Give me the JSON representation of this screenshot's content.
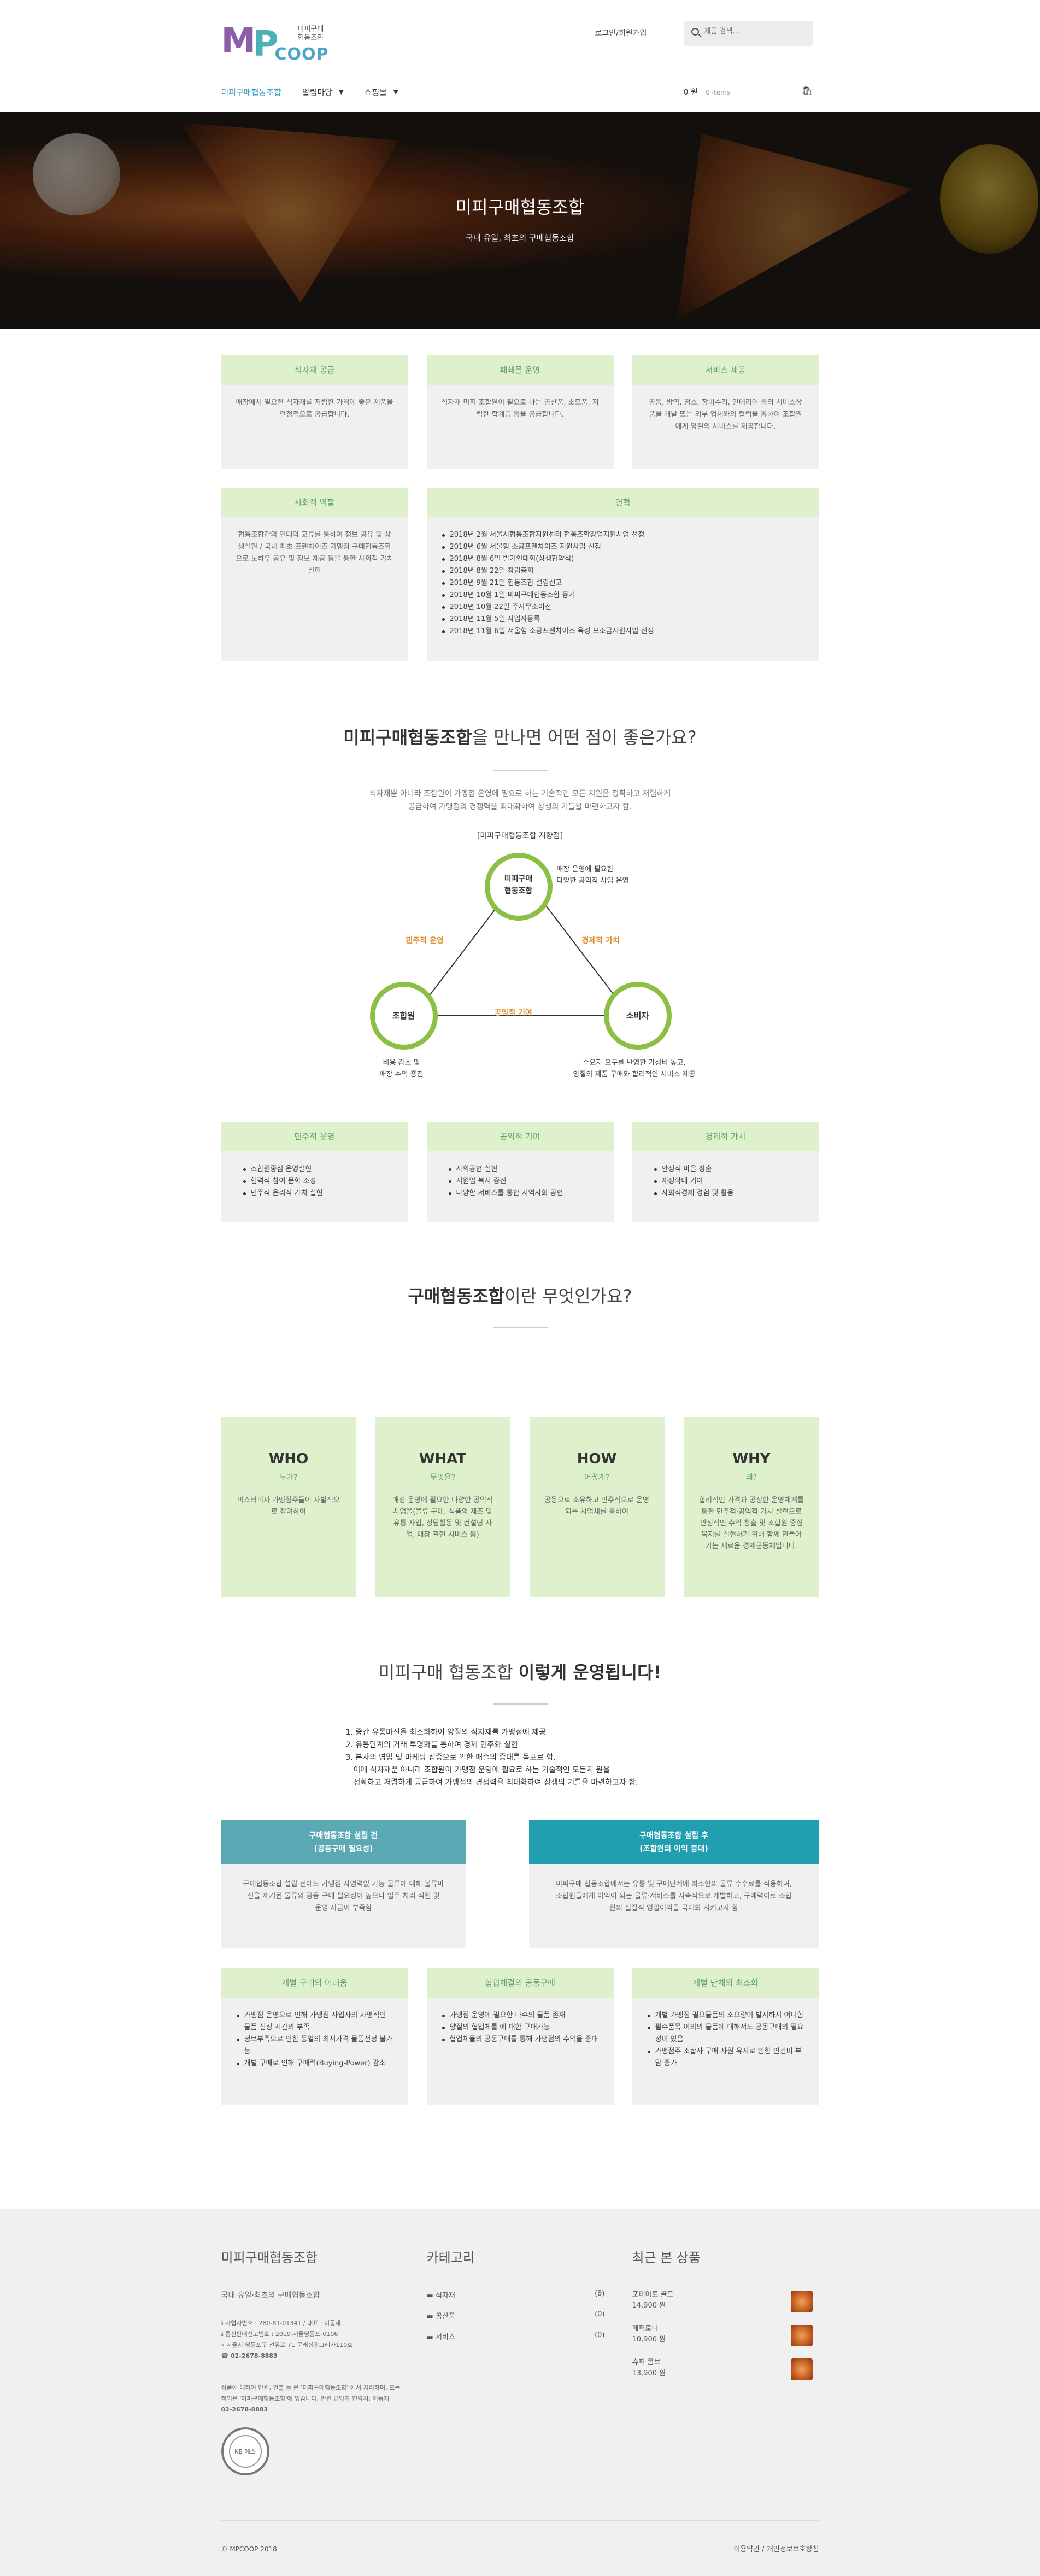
{
  "header": {
    "logo_letters": "MP",
    "logo_coop": "COOP",
    "logo_ko_line1": "미피구매",
    "logo_ko_line2": "협동조합",
    "top_links": "로그인/회원가입",
    "search_placeholder": "제품 검색...",
    "nav": [
      {
        "label": "미피구매협동조합"
      },
      {
        "label": "알림마당"
      },
      {
        "label": "쇼핑몰"
      }
    ],
    "cart_total": "0 원",
    "cart_items": "0 items"
  },
  "hero": {
    "title": "미피구매협동조합",
    "subtitle": "국내 유일, 최초의 구매협동조합"
  },
  "info_cards": [
    {
      "title": "식자재 공급",
      "body": "매장에서 필요한 식자재를 저렴한 가격에 좋은 제품을 안정적으로 공급합니다."
    },
    {
      "title": "폐쇄몰 운영",
      "body": "식자재 미피 조합원이 필요로 하는 공산품, 소모품, 저렴한 합계품 등을 공급합니다."
    },
    {
      "title": "서비스 제공",
      "body": "공동, 방역, 청소, 장비수리, 인테리어 등의 서비스상품을 개발 또는 외부 업체와의 협력을 통하여 조합원에게 양질의 서비스를 제공합니다."
    },
    {
      "title": "사회적 역할",
      "body": "협동조합간의 연대와 교류를 통하여 정보 공유 및 상생실현 / 국내 최초 프랜차이즈 가맹점 구매협동조합으로 노하우 공유 및 정보 제공 등을 통한 사회적 가치실현"
    }
  ],
  "history": {
    "title": "연혁",
    "items": [
      "2018년 2월 서울시협동조합지원센터 협동조합창업지원사업 선정",
      "2018년 6월 서울형 소공프랜차이즈 지원사업 선정",
      "2018년 8월 6일 발기인대회(상생협약식)",
      "2018년 8월 22일 창립총회",
      "2018년 9월 21일 협동조합 설립신고",
      "2018년 10월 1일 미피구매협동조합 등기",
      "2018년 10월 22일 주사무소이전",
      "2018년 11월 5일 사업자등록",
      "2018년 11월 6일 서울형 소공프랜차이즈 육성 보조금지원사업 선정"
    ]
  },
  "benefit": {
    "title_bold": "미피구매협동조합",
    "title_rest": "을 만나면 어떤 점이 좋은가요?",
    "desc_line1": "식자재뿐 아니라 조합원이 가맹점 운영에 필요로 하는 기술적인 모든 지원을 정확하고 저렴하게",
    "desc_line2": "공급하여 가맹점의 경쟁력을 최대화하여 상생의 기틀을 마련하고자 함.",
    "diagram_caption": "[미피구매협동조합 지향점]",
    "node_top": "미피구매\n협동조합",
    "node_left": "조합원",
    "node_right": "소비자",
    "label_left": "민주적 운영",
    "label_right": "경제적 가치",
    "label_bottom": "공익적 기여",
    "text_top_1": "매장 운영에 필요한",
    "text_top_2": "다양한 공익적 사업 운영",
    "text_left_1": "비용 감소 및",
    "text_left_2": "매장 수익 증진",
    "text_right_1": "수요자 요구를 반영한 가성비 높고,",
    "text_right_2": "양질의 제품 구매와 합리적인 서비스 제공"
  },
  "value_cards": [
    {
      "title": "민주적 운영",
      "items": [
        "조합원중심 운영실현",
        "협력적 참여 문화 조성",
        "민주적 윤리적 가치 실현"
      ]
    },
    {
      "title": "공익적 기여",
      "items": [
        "사회공헌 실현",
        "지원업 복지 증진",
        "다양한 서비스를 통한 지역사회 공헌"
      ]
    },
    {
      "title": "경제적 가치",
      "items": [
        "안정적 마을 창출",
        "재정확대 기여",
        "사회적경제 경험 및 활용"
      ]
    }
  ],
  "what": {
    "title_bold": "구매협동조합",
    "title_rest": "이란 무엇인가요?",
    "boxes": [
      {
        "t": "WHO",
        "s": "누가?",
        "d": "미스터피자 가맹점주들이 자발적으로 참여하여"
      },
      {
        "t": "WHAT",
        "s": "무엇을?",
        "d": "매장 운영에 필요한 다양한 공익적 사업을(물류 구매, 식품의 제조 및 유통 사업, 상담활동 및 컨설팅 사업, 매장 관련 서비스 등)"
      },
      {
        "t": "HOW",
        "s": "어떻게?",
        "d": "공동으로 소유하고 민주적으로 운영되는 사업체를 통하여"
      },
      {
        "t": "WHY",
        "s": "왜?",
        "d": "합리적인 가격과 공정한 운영체계를 통한 민주적·공익적 가치 실현으로 안정적인 수익 창출 및 조합원 중심 복지를 실현하기 위해 함께 만들어가는 새로운 경제공동체입니다."
      }
    ]
  },
  "operation": {
    "title_rest": "미피구매 협동조합 ",
    "title_bold": "이렇게 운영됩니다!",
    "list": [
      "1. 중간 유통마진을 최소화하여 양질의 식자재를 가맹점에 제공",
      "2. 유통단계의 거래 투명화를 통하여 경제 민주화 실현",
      "3. 본사의 영업 및 마케팅 집중으로 인한 매출의 증대를 목표로 함.",
      "이에 식자재뿐 아니라 조합원이 가맹점 운영에 필요로 하는 기술적인 모든지 원을",
      "정확하고 저렴하게 공급하여 가맹점의 경쟁력을 최대화하여 상생의 기틀을 마련하고자 함."
    ],
    "before_title_1": "구매협동조합 설립 전",
    "before_title_2": "(공동구매 필요성)",
    "before_body": "구매협동조합 설립 전에도 가맹점 자영력없 가능 물류에 대해 불류마진을 제거된 물류의 공동 구매 필요성이 높으나 업주 처리 직원 및 운영 자금이 부족함",
    "after_title_1": "구매협동조합 설립 후",
    "after_title_2": "(조합원의 이익 증대)",
    "after_body": "미피구매 협동조합에서는 유통 및 구매단계에 최소한의 물류 수수료를 적용하며, 조합원들에게 이익이 되는 물류·서비스를 지속적으로 개발하고, 구매력이로 조합원의 실질적 영업이익을 극대화 시키고자 함",
    "accent_before": "#5aa9b5",
    "accent_after": "#1f9fb0"
  },
  "bottom_cards": [
    {
      "title": "개별 구매의 어려움",
      "items": [
        "가맹점 운영으로 인해 가맹점 사업자의 자영적인 물품 선정 시간의 부족",
        "정보부족으로 인한 동일의 최저가격 물품선정 불가능",
        "개별 구매로 인해 구매력(Buying-Power) 감소"
      ]
    },
    {
      "title": "협업체결의 공동구매",
      "items": [
        "가맹점 운영에 필요한 다수의 물품 존재",
        "양질의 협업체를 에 대한 구매가능",
        "협업체들의 공동구매를 통해 가맹점의 수익을 증대"
      ]
    },
    {
      "title": "개별 단체의 최소화",
      "items": [
        "개별 가맹점 필요물품의 소요량이 발지하지 어니함",
        "필수품목 이외의 물품에 대해서도 공동구매의 필요성이 있음",
        "가맹점주 조합사 구매 자원 유지로 인한 인건비 부담 증가"
      ]
    }
  ],
  "footer": {
    "col1_title": "미피구매협동조합",
    "tagline": "국내 유일·최초의 구매협동조합",
    "info": [
      "사업자번호 : 280-81-01341 / 대표 : 이동재",
      "통신판매신고번호 : 2019-서울영등포-0106",
      "서울시 영등포구 선유로 71 문래힘광그레가110호",
      "02-2678-8883"
    ],
    "notice": "상품에 대하여 만원, 환불 등 은 '미피구매협동조합' 에서 처리하며, 모든 책임은 '미피구매협동조합'에 있습니다. 만원 담당자 연락처: 이동재",
    "notice_phone": "02-2678-8883",
    "seal_text": "KB 에스",
    "col2_title": "카테고리",
    "categories": [
      {
        "name": "식자재",
        "count": "(8)"
      },
      {
        "name": "공산품",
        "count": "(0)"
      },
      {
        "name": "서비스",
        "count": "(0)"
      }
    ],
    "col3_title": "최근 본 상품",
    "recent": [
      {
        "name": "포테이토 골드",
        "price": "14,900 원"
      },
      {
        "name": "페퍼로니",
        "price": "10,900 원"
      },
      {
        "name": "슈퍼 콤보",
        "price": "13,900 원"
      }
    ],
    "copyright": "© MPCOOP 2018",
    "bottom_links": "이용약관 / 개인정보보호방침"
  }
}
